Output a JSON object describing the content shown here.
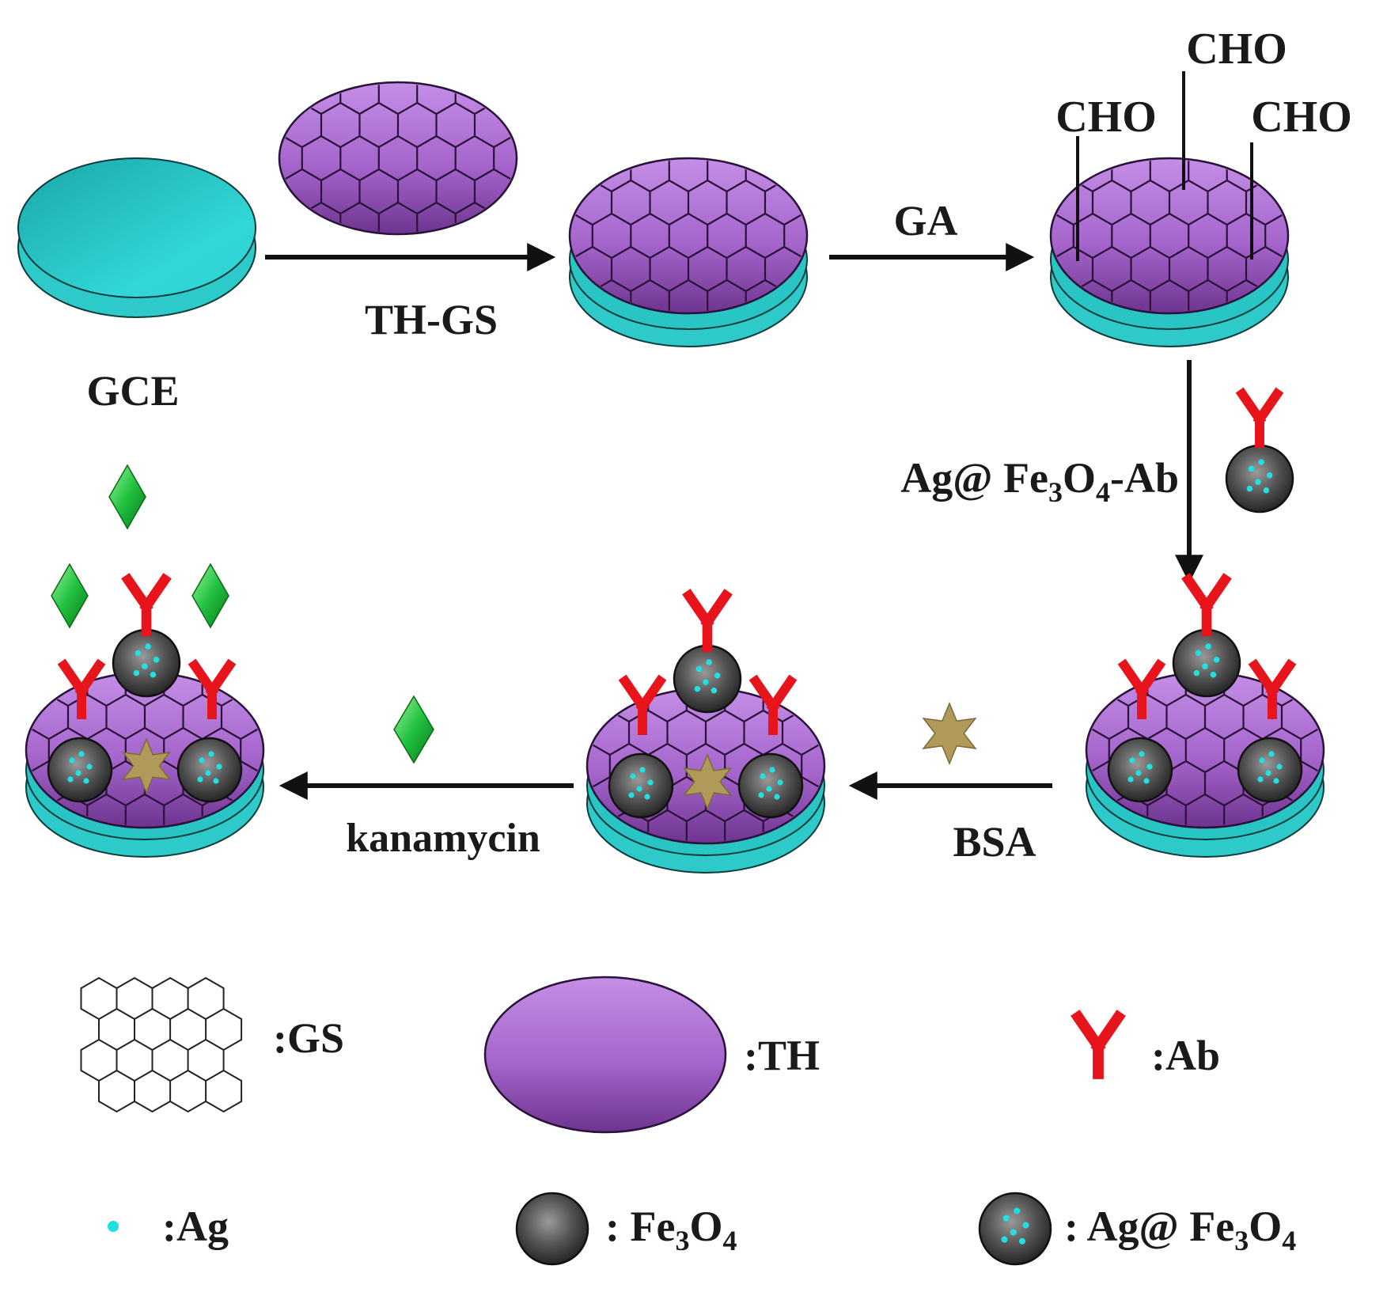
{
  "labels": {
    "gce": "GCE",
    "th_gs": "TH-GS",
    "ga": "GA",
    "cho": "CHO",
    "ag_fe3o4_ab": {
      "prefix": "Ag@ Fe",
      "sub1": "3",
      "mid": "O",
      "sub2": "4",
      "suffix": "-Ab"
    },
    "bsa": "BSA",
    "kanamycin": "kanamycin"
  },
  "legend": {
    "gs": ":GS",
    "th": ":TH",
    "ab": ":Ab",
    "ag": ":Ag",
    "fe3o4": {
      "prefix": ": Fe",
      "sub1": "3",
      "mid": "O",
      "sub2": "4"
    },
    "ag_fe3o4": {
      "prefix": ": Ag@ Fe",
      "sub1": "3",
      "mid": "O",
      "sub2": "4"
    }
  },
  "colors": {
    "electrode": "#2ec9c9",
    "electrode_top": "#29c4c4",
    "th_purple": "#b070d0",
    "th_dark": "#7a3e9e",
    "antibody": "#e8141c",
    "fe3o4": "#4a4a4a",
    "ag_dot": "#22e0e0",
    "bsa_star": "#b09a5a",
    "kanamycin": "#18b830",
    "arrow": "#111111"
  },
  "icons": {
    "gs": "hexagon-lattice-icon",
    "th": "purple-ellipse-icon",
    "ab": "y-antibody-icon",
    "ag": "cyan-dot-icon",
    "fe3o4": "gray-sphere-icon",
    "ag_fe3o4": "dotted-sphere-icon",
    "bsa": "star-icon",
    "kanamycin": "green-diamond-icon"
  }
}
